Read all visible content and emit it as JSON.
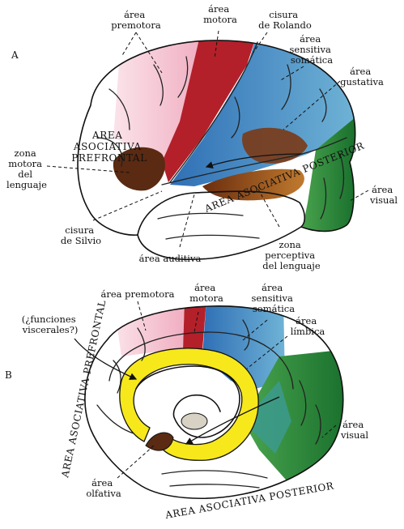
{
  "panel_a": {
    "letter": "A",
    "area_premotora": [
      "área",
      "premotora"
    ],
    "area_motora": [
      "área",
      "motora"
    ],
    "cisura_rolando": [
      "cisura",
      "de Rolando"
    ],
    "area_sensitiva": [
      "área",
      "sensitiva",
      "somática"
    ],
    "area_gustativa": [
      "área",
      "gustativa"
    ],
    "asociativa_prefrontal": [
      "AREA",
      "ASOCIATIVA",
      "PREFRONTAL"
    ],
    "zona_motora": [
      "zona",
      "motora",
      "del",
      "lenguaje"
    ],
    "asociativa_posterior": "AREA ASOCIATIVA POSTERIOR",
    "area_visual": [
      "área",
      "visual"
    ],
    "cisura_silvio": [
      "cisura",
      "de Silvio"
    ],
    "area_auditiva": "área auditiva",
    "zona_perceptiva": [
      "zona",
      "perceptiva",
      "del lenguaje"
    ]
  },
  "panel_b": {
    "letter": "B",
    "area_premotora": "área premotora",
    "area_motora": [
      "área",
      "motora"
    ],
    "area_sensitiva": [
      "área",
      "sensitiva",
      "somática"
    ],
    "funciones": [
      "(¿funciones",
      "viscerales?)"
    ],
    "area_limbica": [
      "área",
      "límbica"
    ],
    "asociativa_prefrontal": "AREA ASOCIATIVA PREFRONTAL",
    "area_visual": [
      "área",
      "visual"
    ],
    "area_olfativa": [
      "área",
      "olfativa"
    ],
    "asociativa_posterior": "AREA ASOCIATIVA POSTERIOR"
  },
  "colors": {
    "premotor_pink": "#f2b8c6",
    "motor_red": "#b3202a",
    "sensory_blue": "#3b88c4",
    "visual_green": "#1f7d35",
    "limbic_yellow": "#f6e81b",
    "brown": "#5a2a12"
  }
}
